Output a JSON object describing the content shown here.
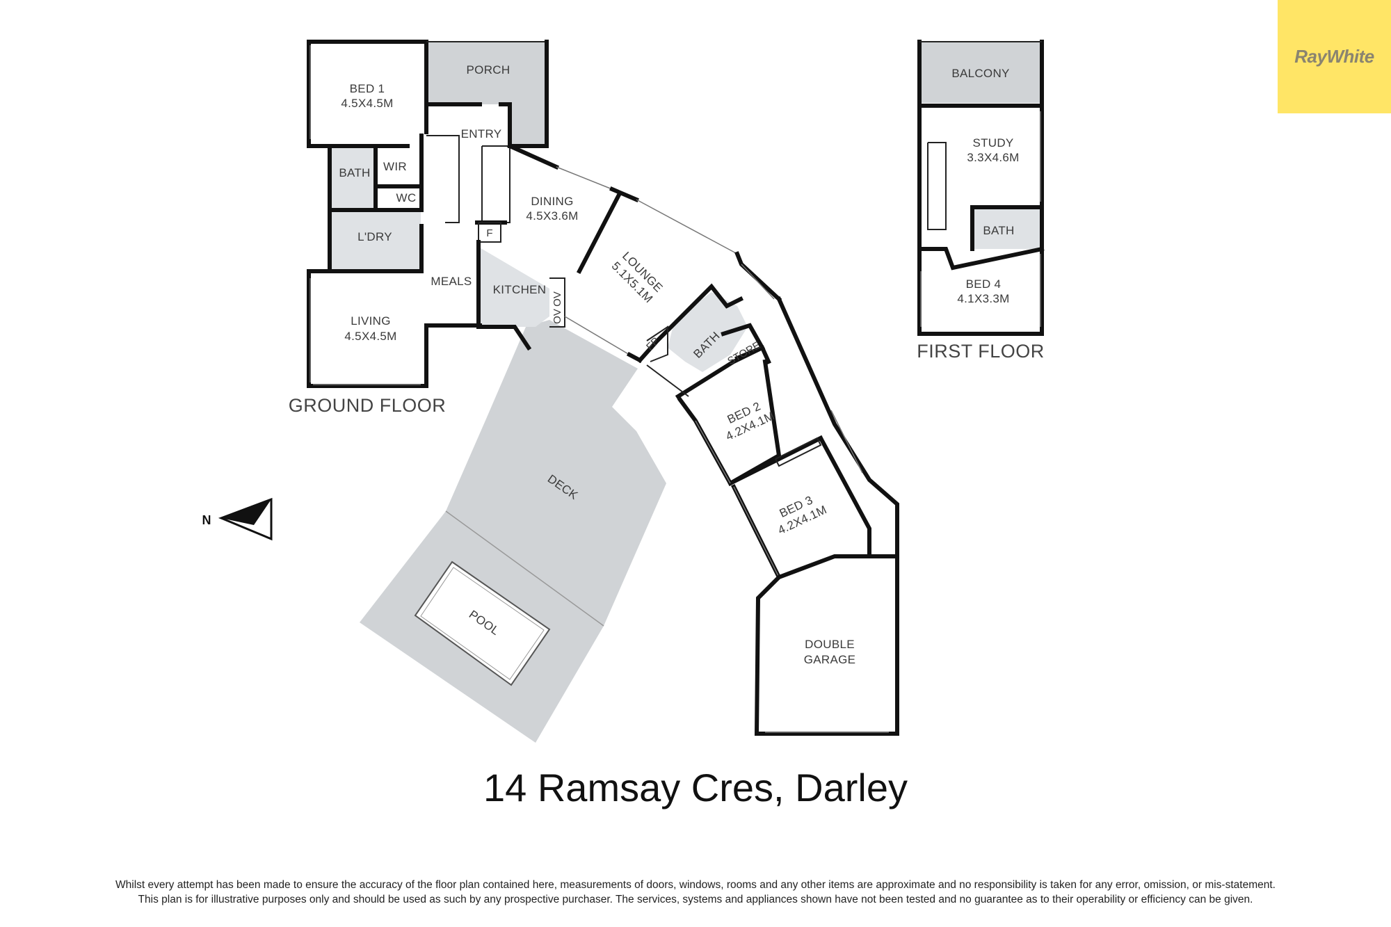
{
  "address": "14 Ramsay Cres, Darley",
  "brand": {
    "name": "RayWhite",
    "color": "#ffe566"
  },
  "floors": {
    "ground": "GROUND FLOOR",
    "first": "FIRST FLOOR"
  },
  "compass": {
    "label": "N",
    "icon": "north-arrow-icon"
  },
  "rooms": {
    "bed1": {
      "name": "BED 1",
      "size": "4.5X4.5M"
    },
    "porch": {
      "name": "PORCH"
    },
    "entry": {
      "name": "ENTRY"
    },
    "bath_ground": {
      "name": "BATH"
    },
    "wir": {
      "name": "WIR"
    },
    "wc": {
      "name": "WC"
    },
    "ldry": {
      "name": "L'DRY"
    },
    "meals": {
      "name": "MEALS"
    },
    "kitchen": {
      "name": "KITCHEN"
    },
    "ov1": {
      "name": "OV"
    },
    "ov2": {
      "name": "OV"
    },
    "fridge": {
      "name": "F"
    },
    "living": {
      "name": "LIVING",
      "size": "4.5X4.5M"
    },
    "dining": {
      "name": "DINING",
      "size": "4.5X3.6M"
    },
    "lounge": {
      "name": "LOUNGE",
      "size": "5.1X5.1M"
    },
    "fp": {
      "name": "FP"
    },
    "bath_main": {
      "name": "BATH"
    },
    "store": {
      "name": "STORE"
    },
    "bed2": {
      "name": "BED 2",
      "size": "4.2X4.1M"
    },
    "bed3": {
      "name": "BED 3",
      "size": "4.2X4.1M"
    },
    "deck": {
      "name": "DECK"
    },
    "pool": {
      "name": "POOL"
    },
    "garage": {
      "name": "DOUBLE",
      "name2": "GARAGE"
    },
    "balcony": {
      "name": "BALCONY"
    },
    "study": {
      "name": "STUDY",
      "size": "3.3X4.6M"
    },
    "bath_first": {
      "name": "BATH"
    },
    "bed4": {
      "name": "BED 4",
      "size": "4.1X3.3M"
    }
  },
  "disclaimer": [
    "Whilst every attempt has been made to ensure the accuracy of the floor plan contained here, measurements of doors, windows, rooms and any other items are approximate and no responsibility is taken for any error, omission, or mis-statement.",
    "This plan is for illustrative purposes only and should be used as such by any prospective purchaser. The services, systems and appliances shown have not been tested and no guarantee as to their operability or efficiency can be given."
  ]
}
